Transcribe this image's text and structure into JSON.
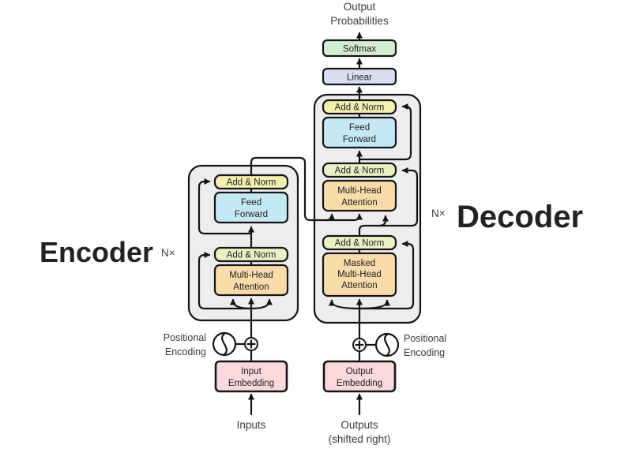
{
  "title": {
    "line1": "Output",
    "line2": "Probabilities"
  },
  "labels": {
    "encoder": "Encoder",
    "decoder": "Decoder",
    "n_times": "N×",
    "inputs": "Inputs",
    "outputs_line1": "Outputs",
    "outputs_line2": "(shifted right)",
    "positional": "Positional",
    "encoding": "Encoding"
  },
  "blocks": {
    "softmax": "Softmax",
    "linear": "Linear",
    "add_norm": "Add & Norm",
    "feed": "Feed",
    "forward": "Forward",
    "masked": "Masked",
    "multi_head": "Multi-Head",
    "attention": "Attention",
    "input_word": "Input",
    "output_word": "Output",
    "embedding": "Embedding"
  },
  "colors": {
    "softmax_fill": "#d3ecd2",
    "linear_fill": "#dbddf0",
    "add_norm_yellow": "#f3eeb1",
    "add_norm_green": "#e9f1c4",
    "feed_forward_fill": "#c5e8f5",
    "attention_fill": "#fadcab",
    "embedding_fill": "#fad8dc",
    "block_bg": "#ededed",
    "encoder_label": "#1c8a1c",
    "decoder_label": "#c62d1d"
  }
}
